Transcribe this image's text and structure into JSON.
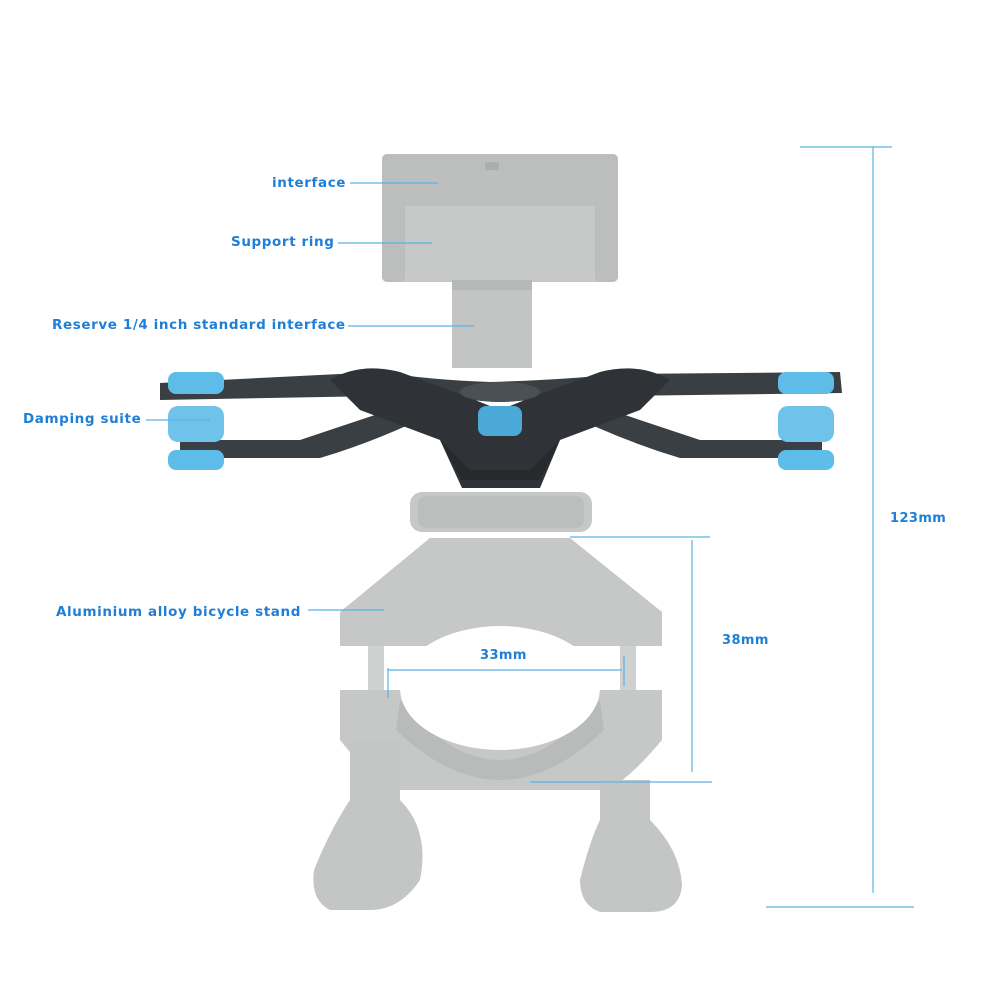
{
  "labels": {
    "interface": "interface",
    "support_ring": "Support ring",
    "reserve_interface": "Reserve 1/4 inch standard interface",
    "damping_suite": "Damping suite",
    "bicycle_stand": "Aluminium alloy bicycle stand"
  },
  "dimensions": {
    "total_height": "123mm",
    "clamp_height": "38mm",
    "clamp_width": "33mm"
  },
  "colors": {
    "accent": "#1f7fd6",
    "line": "#5ab2e6",
    "faded_part": "#c4c6c6",
    "bracket": "#3b4044",
    "damper": "#6fc3ea"
  }
}
